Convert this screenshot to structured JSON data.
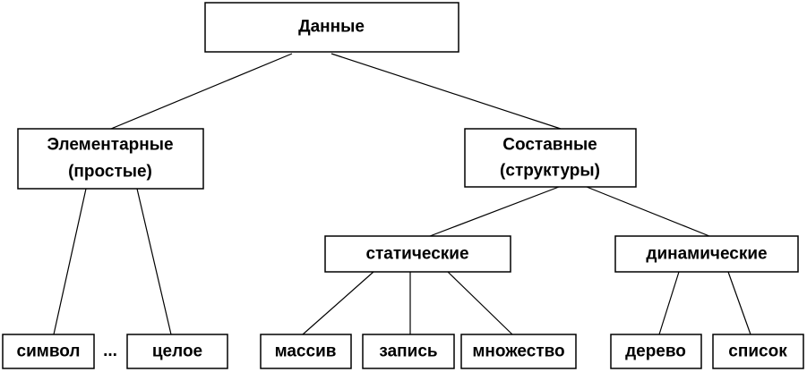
{
  "nodes": {
    "data": {
      "label": "Данные"
    },
    "elementary": {
      "line1": "Элементарные",
      "line2": "(простые)"
    },
    "composite": {
      "line1": "Составные",
      "line2": "(структуры)"
    },
    "static": {
      "label": "статические"
    },
    "dynamic": {
      "label": "динамические"
    },
    "symbol": {
      "label": "символ"
    },
    "integer": {
      "label": "целое"
    },
    "array": {
      "label": "массив"
    },
    "record": {
      "label": "запись"
    },
    "set": {
      "label": "множество"
    },
    "tree": {
      "label": "дерево"
    },
    "list": {
      "label": "список"
    }
  },
  "ellipsis": "...",
  "colors": {
    "stroke": "#000000",
    "fill": "#ffffff",
    "text": "#000000"
  }
}
